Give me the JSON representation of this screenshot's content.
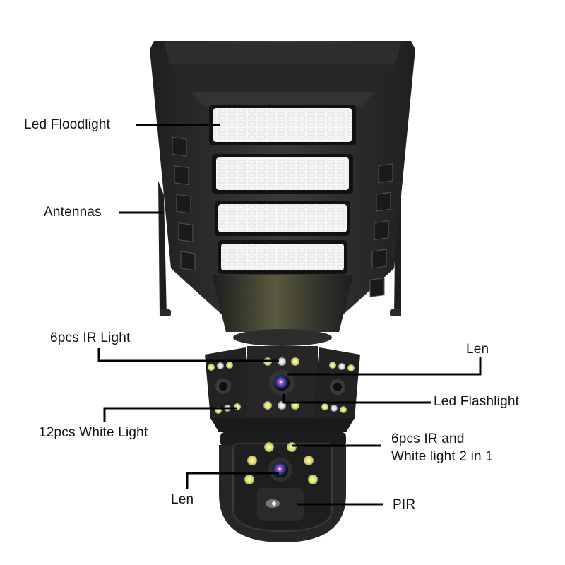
{
  "product": {
    "name": "solar-street-light-with-security-camera",
    "colors": {
      "housing": "#2a2a2a",
      "housing_dark": "#1a1a1a",
      "housing_light": "#4a4a4a",
      "led_panel": "#f4f4f2",
      "led_yellow": "#e8e85a",
      "led_white": "#e6e6e6",
      "leader_line": "#000000",
      "text": "#111111"
    }
  },
  "callouts": [
    {
      "id": "led-floodlight",
      "text": "Led  Floodlight"
    },
    {
      "id": "antennas",
      "text": "Antennas"
    },
    {
      "id": "ir-light",
      "text": "6pcs IR Light"
    },
    {
      "id": "len-top",
      "text": "Len"
    },
    {
      "id": "led-flashlight",
      "text": "Led Flashlight"
    },
    {
      "id": "white-light",
      "text": "12pcs White Light"
    },
    {
      "id": "ir-white-2in1",
      "text": "6pcs IR and\nWhite light 2 in 1"
    },
    {
      "id": "len-bottom",
      "text": "Len"
    },
    {
      "id": "pir",
      "text": "PIR"
    }
  ]
}
